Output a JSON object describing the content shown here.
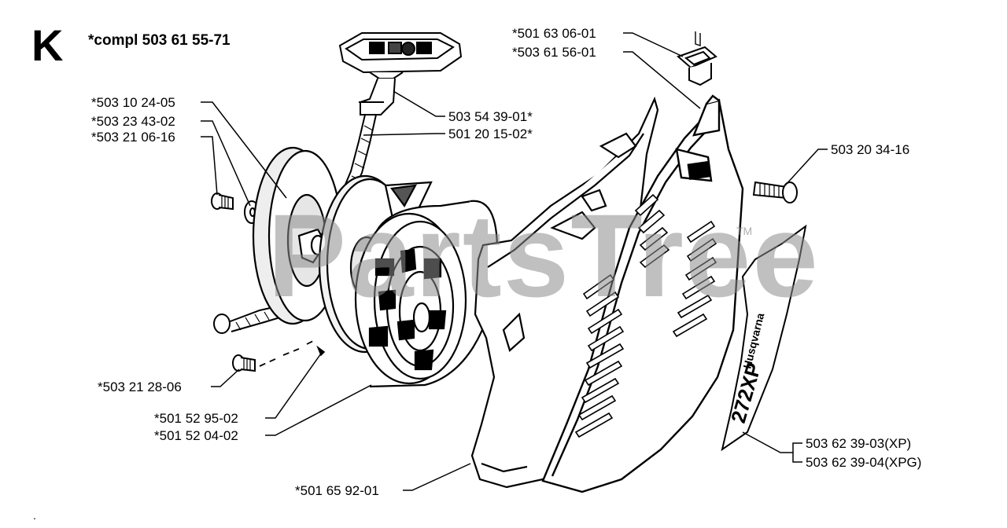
{
  "section": {
    "letter": "K",
    "assembly": "*compl 503 61 55-71"
  },
  "watermark": {
    "text": "PartsTree",
    "tm": "TM",
    "color": "#8c8c8c"
  },
  "decal": {
    "brand": "Husqvarna",
    "model": "272XP"
  },
  "labels": {
    "l1": "*503 10 24-05",
    "l2": "*503 23 43-02",
    "l3": "*503 21 06-16",
    "l4": "503 54 39-01*",
    "l5": "501 20 15-02*",
    "l6": "*501 63 06-01",
    "l7": "*503 61 56-01",
    "l8": "503 20 34-16",
    "l9": "*503 21 28-06",
    "l10": "*501 52 95-02",
    "l11": "*501 52 04-02",
    "l12": "*501 65 92-01",
    "l13": "503 62 39-03(XP)",
    "l14": "503 62 39-04(XPG)"
  },
  "footer": {
    "mark": "."
  }
}
